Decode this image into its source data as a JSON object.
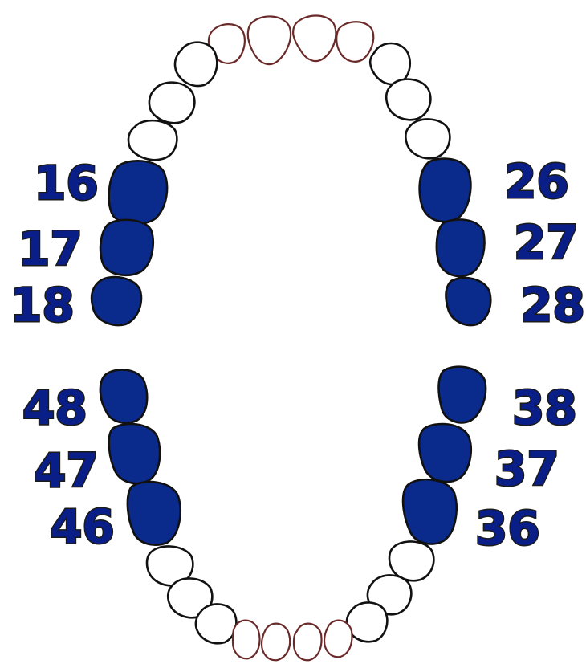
{
  "colors": {
    "highlight": "#0a2a8c",
    "label": "#0a1e87",
    "outline": "#111111"
  },
  "upper_right": [
    "16",
    "17",
    "18"
  ],
  "upper_left": [
    "26",
    "27",
    "28"
  ],
  "lower_right": [
    "48",
    "47",
    "46"
  ],
  "lower_left": [
    "38",
    "37",
    "36"
  ]
}
